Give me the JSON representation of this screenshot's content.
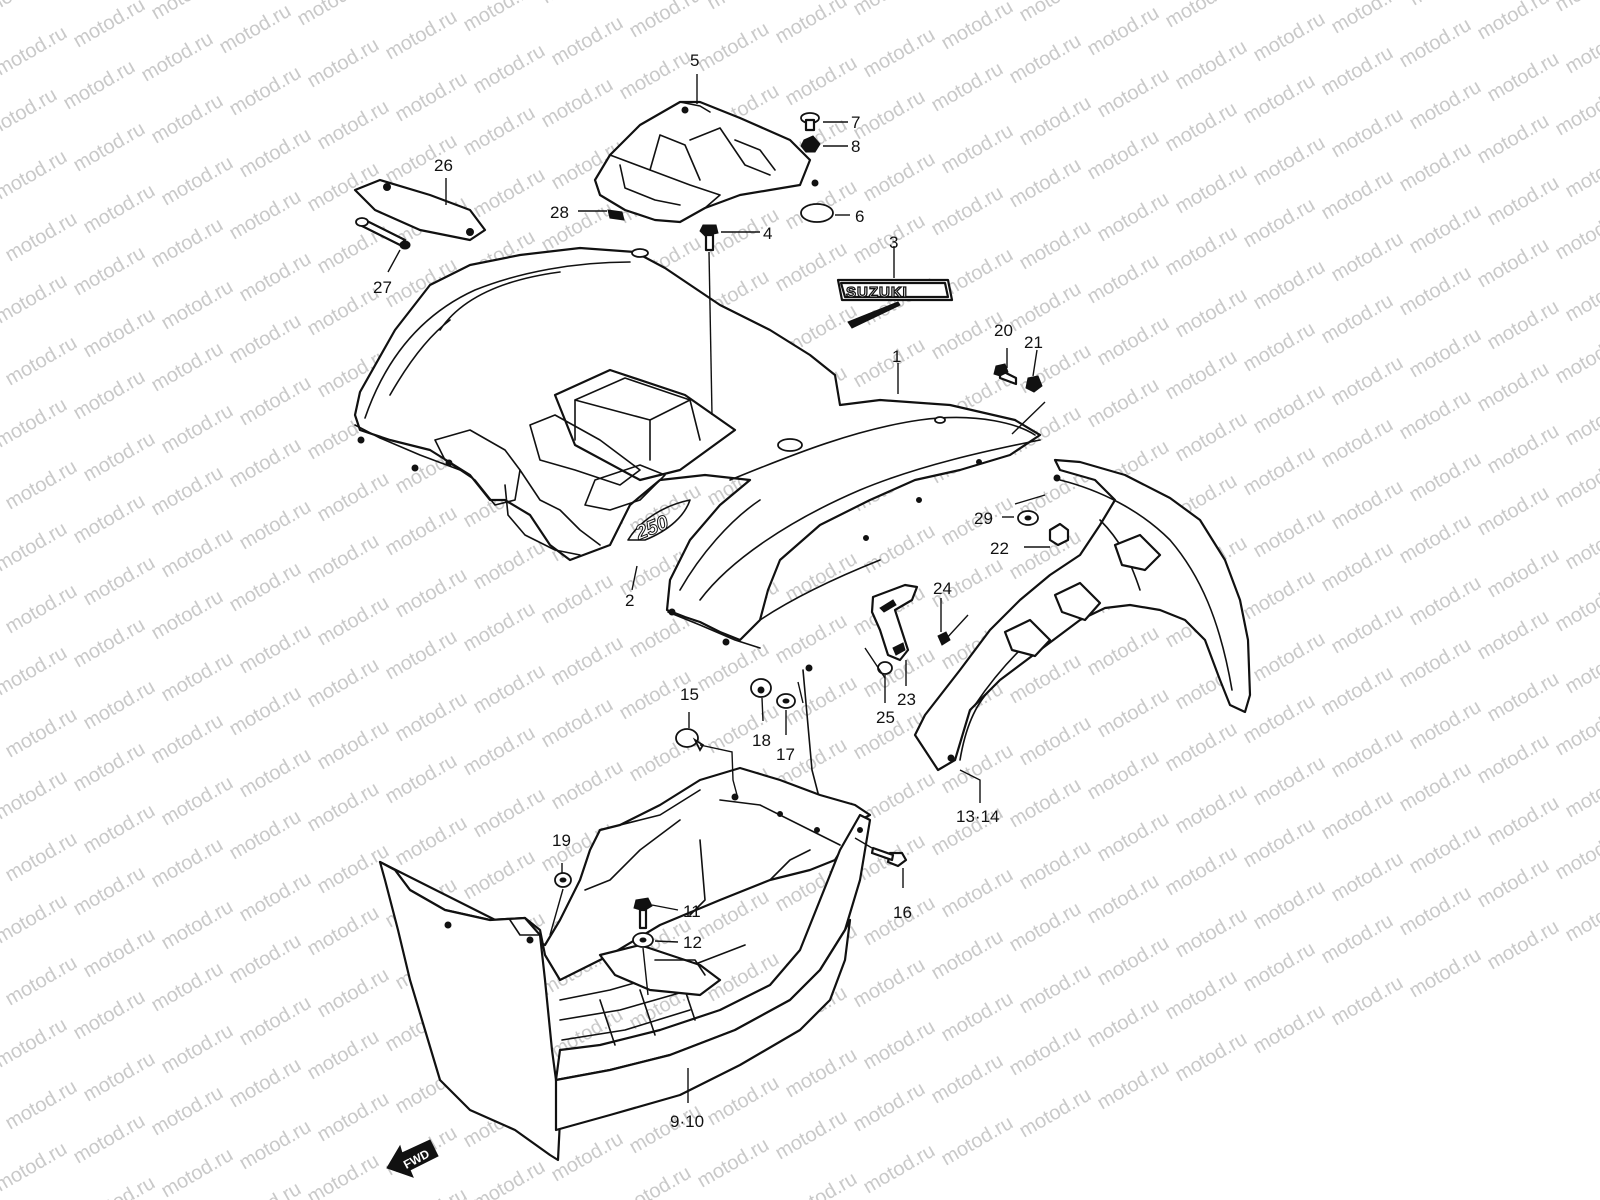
{
  "watermark": "motod.ru",
  "emblem_text": "SUZUKI",
  "direction_label": "FWD",
  "callouts": [
    {
      "id": "c5",
      "label": "5"
    },
    {
      "id": "c7",
      "label": "7"
    },
    {
      "id": "c8",
      "label": "8"
    },
    {
      "id": "c6",
      "label": "6"
    },
    {
      "id": "c26",
      "label": "26"
    },
    {
      "id": "c28",
      "label": "28"
    },
    {
      "id": "c27",
      "label": "27"
    },
    {
      "id": "c4",
      "label": "4"
    },
    {
      "id": "c3",
      "label": "3"
    },
    {
      "id": "c1",
      "label": "1"
    },
    {
      "id": "c20",
      "label": "20"
    },
    {
      "id": "c21",
      "label": "21"
    },
    {
      "id": "c29",
      "label": "29"
    },
    {
      "id": "c22",
      "label": "22"
    },
    {
      "id": "c2",
      "label": "2"
    },
    {
      "id": "c24",
      "label": "24"
    },
    {
      "id": "c23",
      "label": "23"
    },
    {
      "id": "c25",
      "label": "25"
    },
    {
      "id": "c15",
      "label": "15"
    },
    {
      "id": "c18",
      "label": "18"
    },
    {
      "id": "c17",
      "label": "17"
    },
    {
      "id": "c13",
      "label": "13·14"
    },
    {
      "id": "c19",
      "label": "19"
    },
    {
      "id": "c16",
      "label": "16"
    },
    {
      "id": "c11",
      "label": "11"
    },
    {
      "id": "c12",
      "label": "12"
    },
    {
      "id": "c9",
      "label": "9·10"
    }
  ]
}
